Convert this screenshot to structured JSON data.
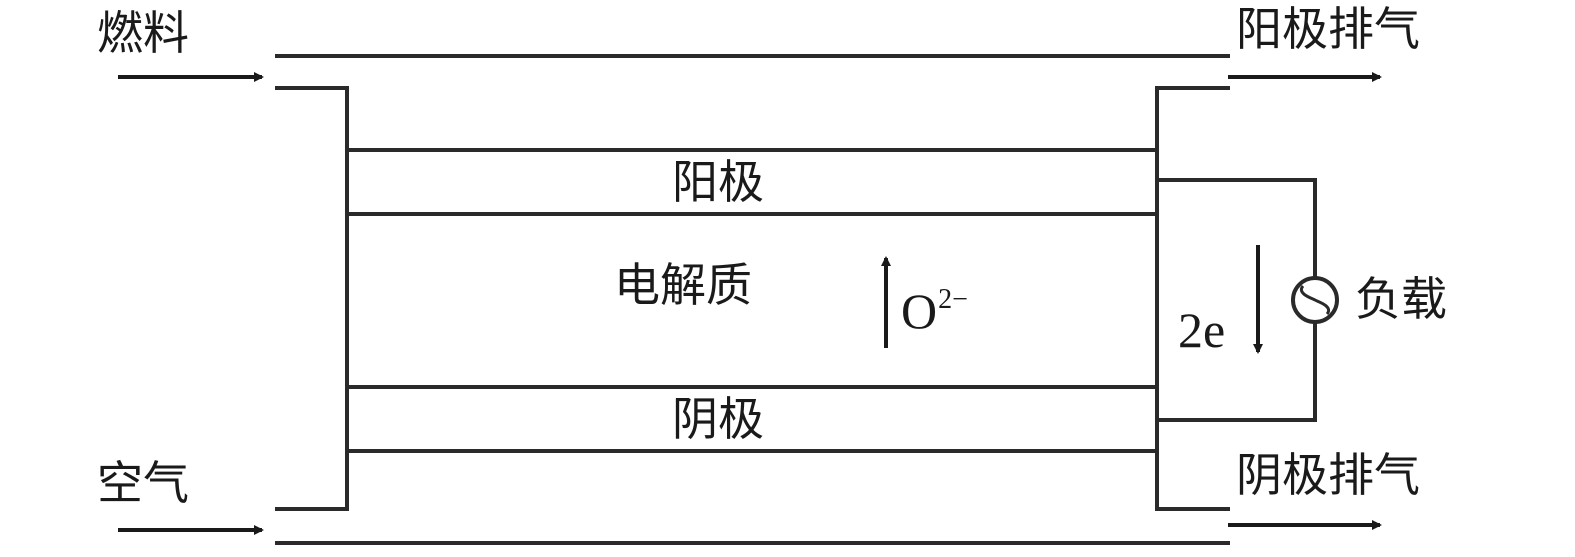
{
  "labels": {
    "fuel": "燃料",
    "air": "空气",
    "anode_exhaust": "阳极排气",
    "cathode_exhaust": "阴极排气",
    "anode": "阳极",
    "electrolyte": "电解质",
    "cathode": "阴极",
    "ion_base": "O",
    "ion_charge": "2−",
    "electrons": "2e",
    "load": "负载"
  }
}
